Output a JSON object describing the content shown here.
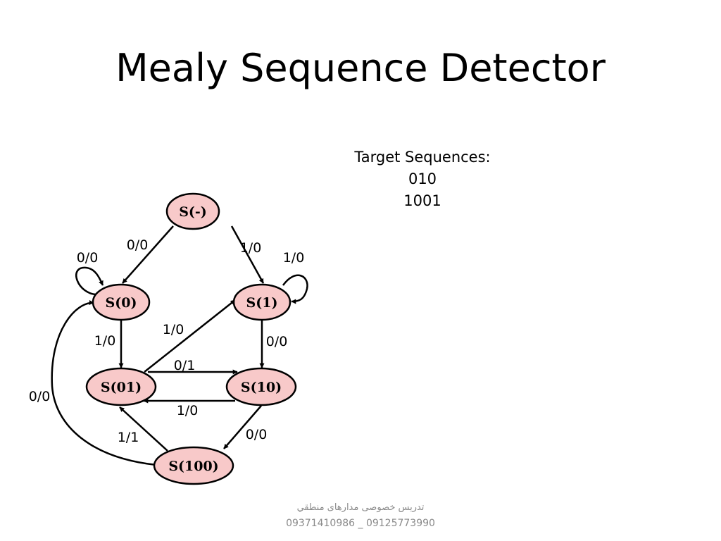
{
  "slide": {
    "title": "Mealy Sequence Detector",
    "targets_heading": "Target Sequences:",
    "targets": [
      "010",
      "1001"
    ]
  },
  "diagram": {
    "states": [
      {
        "id": "s-empty",
        "label": "S(-)"
      },
      {
        "id": "s-0",
        "label": "S(0)"
      },
      {
        "id": "s-1",
        "label": "S(1)"
      },
      {
        "id": "s-01",
        "label": "S(01)"
      },
      {
        "id": "s-10",
        "label": "S(10)"
      },
      {
        "id": "s-100",
        "label": "S(100)"
      }
    ],
    "transitions": [
      {
        "id": "t-empty-0",
        "from": "S(-)",
        "to": "S(0)",
        "label": "0/0"
      },
      {
        "id": "t-empty-1",
        "from": "S(-)",
        "to": "S(1)",
        "label": "1/0"
      },
      {
        "id": "t-0-0",
        "from": "S(0)",
        "to": "S(0)",
        "label": "0/0"
      },
      {
        "id": "t-1-1",
        "from": "S(1)",
        "to": "S(1)",
        "label": "1/0"
      },
      {
        "id": "t-0-01",
        "from": "S(0)",
        "to": "S(01)",
        "label": "1/0"
      },
      {
        "id": "t-01-1",
        "from": "S(01)",
        "to": "S(1)",
        "label": "1/0"
      },
      {
        "id": "t-1-10",
        "from": "S(1)",
        "to": "S(10)",
        "label": "0/0"
      },
      {
        "id": "t-01-10",
        "from": "S(01)",
        "to": "S(10)",
        "label": "0/1"
      },
      {
        "id": "t-10-01",
        "from": "S(10)",
        "to": "S(01)",
        "label": "1/0"
      },
      {
        "id": "t-10-100",
        "from": "S(10)",
        "to": "S(100)",
        "label": "0/0"
      },
      {
        "id": "t-100-01",
        "from": "S(100)",
        "to": "S(01)",
        "label": "1/1"
      },
      {
        "id": "t-100-0",
        "from": "S(100)",
        "to": "S(0)",
        "label": "0/0"
      }
    ],
    "colors": {
      "state_fill": "#f8c9c9",
      "stroke": "#000000"
    }
  },
  "footer": {
    "line1": "تدریس  خصوصی مدارهای منطقي",
    "line2": "09371410986 _ 09125773990"
  }
}
